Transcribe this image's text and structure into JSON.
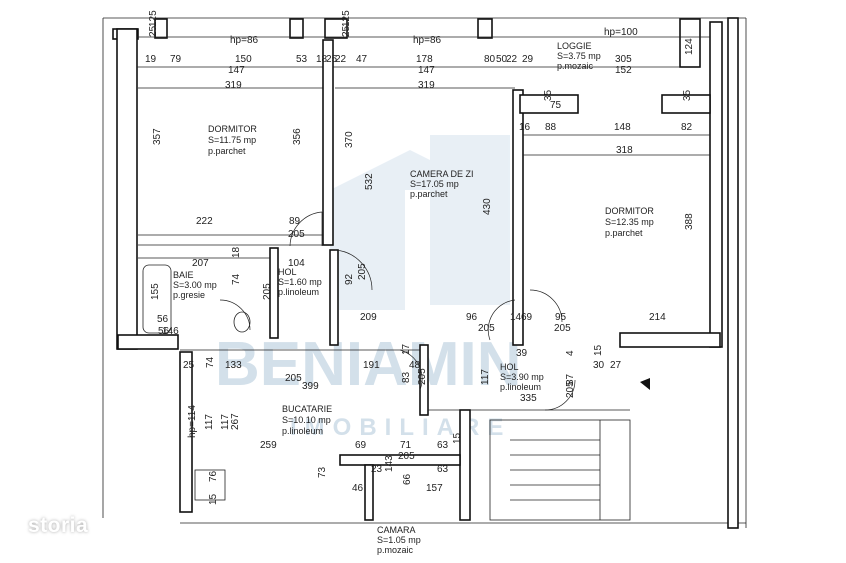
{
  "rooms": [
    {
      "key": "dormitor1",
      "name": "DORMITOR",
      "area": "S=11.75 mp",
      "floor": "p.parchet"
    },
    {
      "key": "camera",
      "name": "CAMERA DE ZI",
      "area": "S=17.05 mp",
      "floor": "p.parchet"
    },
    {
      "key": "dormitor2",
      "name": "DORMITOR",
      "area": "S=12.35 mp",
      "floor": "p.parchet"
    },
    {
      "key": "loggie",
      "name": "LOGGIE",
      "area": "S=3.75 mp",
      "floor": "p.mozaic"
    },
    {
      "key": "baie",
      "name": "BAIE",
      "area": "S=3.00 mp",
      "floor": "p.gresie"
    },
    {
      "key": "hol1",
      "name": "HOL",
      "area": "S=1.60 mp",
      "floor": "p.linoleum"
    },
    {
      "key": "hol2",
      "name": "HOL",
      "area": "S=3.90 mp",
      "floor": "p.linoleum"
    },
    {
      "key": "bucatarie",
      "name": "BUCATARIE",
      "area": "S=10.10 mp",
      "floor": "p.linoleum"
    },
    {
      "key": "camara",
      "name": "CAMARA",
      "area": "S=1.05 mp",
      "floor": "p.mozaic"
    }
  ],
  "window_heights": [
    "hp=86",
    "hp=86",
    "hp=100",
    "hp=114"
  ],
  "dimensions": [
    "125",
    "25",
    "125",
    "25",
    "19",
    "79",
    "150",
    "53",
    "18",
    "25",
    "22",
    "47",
    "178",
    "80",
    "50",
    "22",
    "29",
    "305",
    "152",
    "124",
    "147",
    "319",
    "147",
    "319",
    "357",
    "356",
    "370",
    "532",
    "430",
    "388",
    "16",
    "88",
    "148",
    "82",
    "318",
    "75",
    "35",
    "35",
    "222",
    "89",
    "205",
    "207",
    "104",
    "18",
    "74",
    "205",
    "155",
    "56",
    "56",
    "146",
    "92",
    "205",
    "209",
    "96",
    "205",
    "14",
    "69",
    "95",
    "205",
    "214",
    "39",
    "4",
    "15",
    "30",
    "27",
    "25",
    "74",
    "133",
    "191",
    "205",
    "399",
    "17",
    "48",
    "83",
    "205",
    "117",
    "87",
    "205",
    "335",
    "117",
    "117",
    "267",
    "259",
    "69",
    "71",
    "63",
    "15",
    "73",
    "23",
    "143",
    "205",
    "63",
    "46",
    "66",
    "157",
    "76",
    "15"
  ],
  "watermark": {
    "line1": "BENIAMIN",
    "line2": "IMOBILIARE"
  },
  "brand": "storia"
}
